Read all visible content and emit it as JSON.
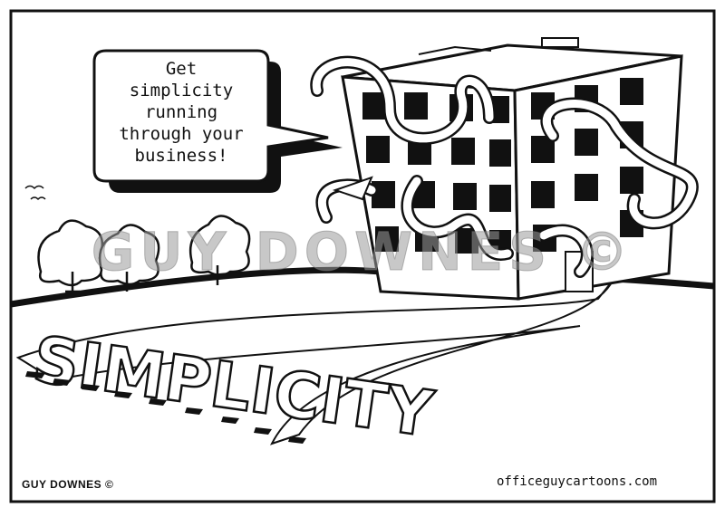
{
  "speech": {
    "lines": [
      "Get",
      "simplicity",
      "running",
      "through your",
      "business!"
    ]
  },
  "road_word": "SIMPLICITY",
  "watermark": "GUY DOWNES ©",
  "signature": "GUY DOWNES ©",
  "website": "officeguycartoons.com",
  "colors": {
    "ink": "#111111",
    "paper": "#ffffff",
    "watermark": "#9a9a9a"
  }
}
